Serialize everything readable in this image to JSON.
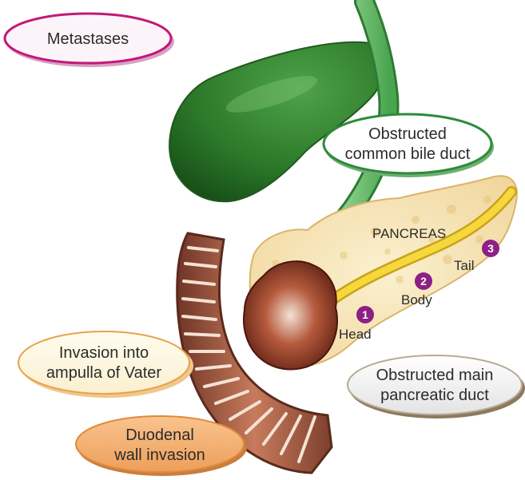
{
  "diagram": {
    "callouts": {
      "metastases": "Metastases",
      "obstructed_cbd_line1": "Obstructed",
      "obstructed_cbd_line2": "common bile duct",
      "invasion_line1": "Invasion into",
      "invasion_line2": "ampulla of Vater",
      "duodenal_line1": "Duodenal",
      "duodenal_line2": "wall invasion",
      "obstructed_mpd_line1": "Obstructed main",
      "obstructed_mpd_line2": "pancreatic duct"
    },
    "pancreas": {
      "title": "PANCREAS",
      "parts": [
        {
          "number": "1",
          "label": "Head"
        },
        {
          "number": "2",
          "label": "Body"
        },
        {
          "number": "3",
          "label": "Tail"
        }
      ]
    },
    "colors": {
      "metastases_border": "#c2187a",
      "cbd_border": "#2e8b3a",
      "invasion_border": "#e9a24a",
      "duodenal_fill": "#f2b277",
      "mpd_border": "#8c7a5e",
      "number_badge": "#8e1f83",
      "gallbladder": "#2f7d2c",
      "bile_duct": "#6cc070",
      "pancreas": "#f5e2b0",
      "pancreatic_duct": "#f3d23a",
      "tumor": "#7a2b1c",
      "duodenum": "#a9634a"
    }
  }
}
